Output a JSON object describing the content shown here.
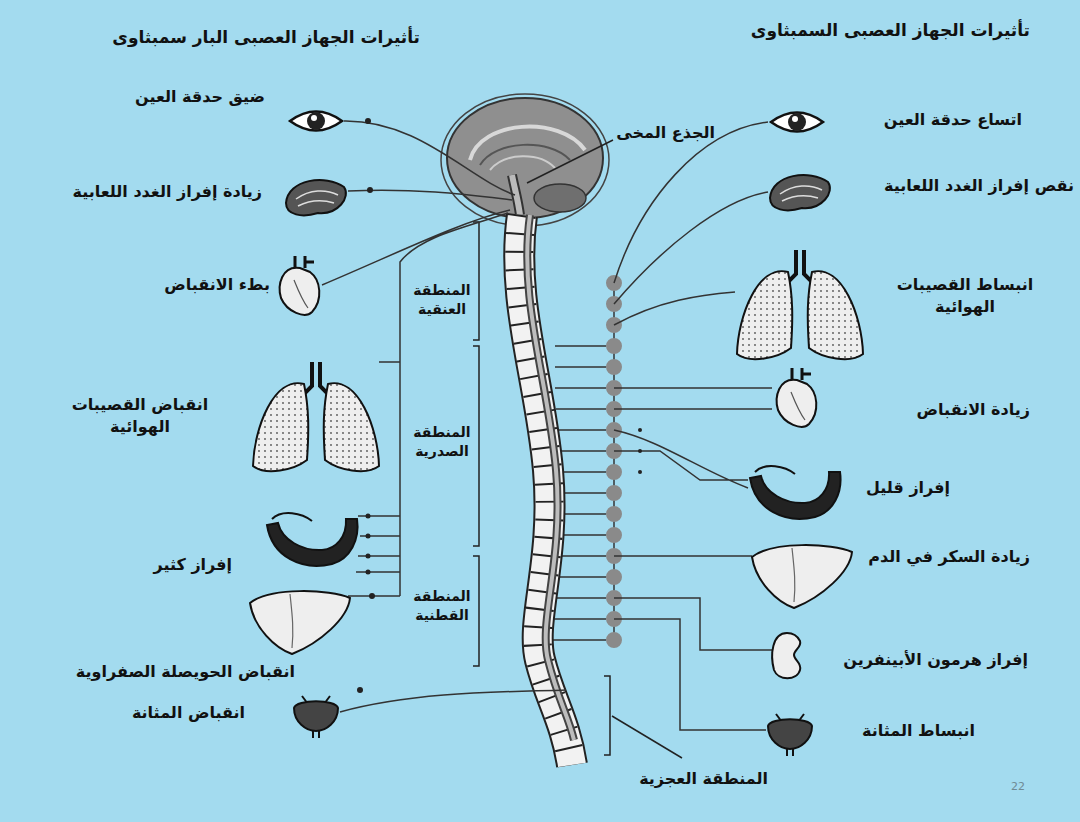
{
  "diagram": {
    "labels": [
      "تأثيرات الجهاز العصبى السمبثاوى",
      "تأثيرات الجهاز العصبى البار سمبثاوى",
      "اتساع حدقة العين",
      "نقص إفراز الغدد اللعابية",
      "انبساط القصيبات الهوائية",
      "زيادة الانقباض",
      "إفراز قليل",
      "زيادة السكر في الدم",
      "إفراز هرمون الأبينفرين",
      "انبساط المثانة",
      "الجذع المخى",
      "المنطقة العنقية",
      "المنطقة الصدرية",
      "المنطقة القطنية",
      "المنطقة العجزية",
      "ضيق حدقة العين",
      "زيادة إفراز الغدد اللعابية",
      "بطء الانقباض",
      "انقباض القصيبات الهوائية",
      "إفراز كثير",
      "انقباض الحويصلة الصفراوية",
      "انقباض المثانة",
      "22"
    ]
  }
}
